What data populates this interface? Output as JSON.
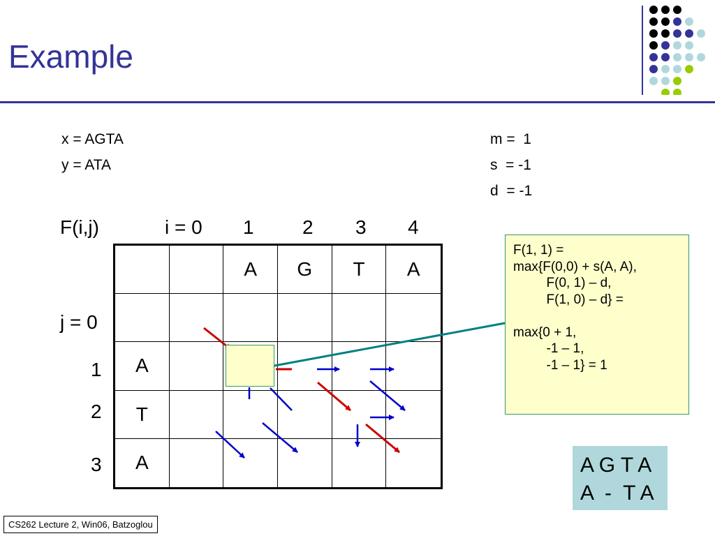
{
  "title": "Example",
  "params": {
    "x": "x = AGTA",
    "y": "y = ATA",
    "m": "m =  1",
    "s": "s  = -1",
    "d": "d  = -1"
  },
  "matrix": {
    "label": "F(i,j)",
    "col_indices": [
      "i = 0",
      "1",
      "2",
      "3",
      "4"
    ],
    "row_indices": [
      "j = 0",
      "1",
      "2",
      "3"
    ],
    "top_letters": [
      "A",
      "G",
      "T",
      "A"
    ],
    "side_letters": [
      "A",
      "T",
      "A"
    ]
  },
  "formula_lines": [
    "F(1, 1) =",
    "max{F(0,0) + s(A, A),",
    "         F(0, 1) – d,",
    "         F(1, 0) – d} =",
    "",
    "max{0 + 1,",
    "         -1 – 1,",
    "         -1 – 1} = 1"
  ],
  "alignment": {
    "line1": "A G T A",
    "line2": "A  -  T A"
  },
  "footer": "CS262 Lecture 2, Win06, Batzoglou",
  "colors": {
    "accent": "#333399",
    "arrow_blue": "#0000cc",
    "arrow_red": "#cc0000",
    "connector": "#008080",
    "highlight": "#ffffcc",
    "alignment_bg": "#b0d8dc"
  }
}
